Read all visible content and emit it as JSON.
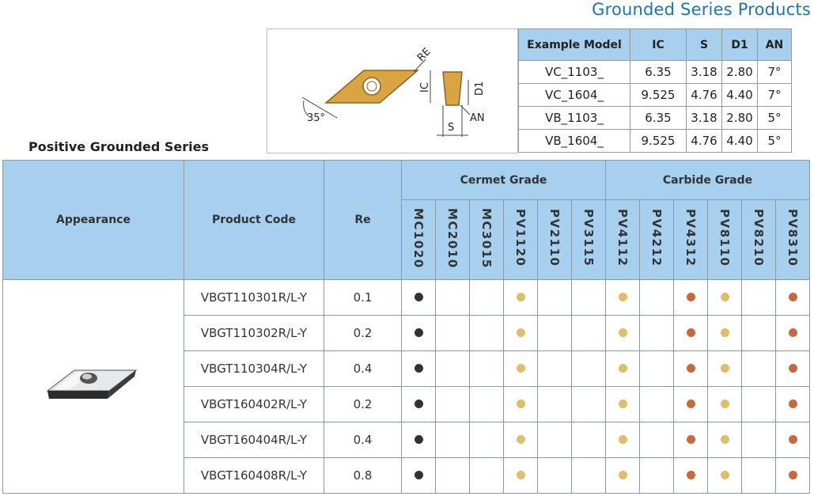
{
  "header": {
    "title": "Grounded Series Products"
  },
  "series_title": "Positive Grounded Series",
  "diagram": {
    "labels": {
      "re": "RE",
      "ic": "IC",
      "angle": "35°",
      "d1": "D1",
      "an": "AN",
      "s": "S"
    },
    "colors": {
      "insert_fill": "#d9a441",
      "insert_stroke": "#8a6420"
    }
  },
  "spec_table": {
    "headers": [
      "Example Model",
      "IC",
      "S",
      "D1",
      "AN"
    ],
    "rows": [
      [
        "VC_1103_",
        "6.35",
        "3.18",
        "2.80",
        "7°"
      ],
      [
        "VC_1604_",
        "9.525",
        "4.76",
        "4.40",
        "7°"
      ],
      [
        "VB_1103_",
        "6.35",
        "3.18",
        "2.80",
        "5°"
      ],
      [
        "VB_1604_",
        "9.525",
        "4.76",
        "4.40",
        "5°"
      ]
    ]
  },
  "grade_table": {
    "headers": {
      "appearance": "Appearance",
      "product_code": "Product Code",
      "re": "Re",
      "cermet_group": "Cermet Grade",
      "carbide_group": "Carbide Grade"
    },
    "cermet_grades": [
      "MC1020",
      "MC2010",
      "MC3015",
      "PV1120",
      "PV2110",
      "PV3115"
    ],
    "carbide_grades": [
      "PV4112",
      "PV4212",
      "PV4312",
      "PV8110",
      "PV8210",
      "PV8310"
    ],
    "dot_colors": {
      "black": "#333333",
      "gold": "#e0bd66",
      "copper": "#c8693c"
    },
    "rows": [
      {
        "code": "VBGT110301R/L-Y",
        "re": "0.1",
        "dots": [
          "black",
          "",
          "",
          "gold",
          "",
          "",
          "gold",
          "",
          "copper",
          "gold",
          "",
          "copper"
        ]
      },
      {
        "code": "VBGT110302R/L-Y",
        "re": "0.2",
        "dots": [
          "black",
          "",
          "",
          "gold",
          "",
          "",
          "gold",
          "",
          "copper",
          "gold",
          "",
          "copper"
        ]
      },
      {
        "code": "VBGT110304R/L-Y",
        "re": "0.4",
        "dots": [
          "black",
          "",
          "",
          "gold",
          "",
          "",
          "gold",
          "",
          "copper",
          "gold",
          "",
          "copper"
        ]
      },
      {
        "code": "VBGT160402R/L-Y",
        "re": "0.2",
        "dots": [
          "black",
          "",
          "",
          "gold",
          "",
          "",
          "gold",
          "",
          "copper",
          "gold",
          "",
          "copper"
        ]
      },
      {
        "code": "VBGT160404R/L-Y",
        "re": "0.4",
        "dots": [
          "black",
          "",
          "",
          "gold",
          "",
          "",
          "gold",
          "",
          "copper",
          "gold",
          "",
          "copper"
        ]
      },
      {
        "code": "VBGT160408R/L-Y",
        "re": "0.8",
        "dots": [
          "black",
          "",
          "",
          "gold",
          "",
          "",
          "gold",
          "",
          "copper",
          "gold",
          "",
          "copper"
        ]
      }
    ]
  }
}
